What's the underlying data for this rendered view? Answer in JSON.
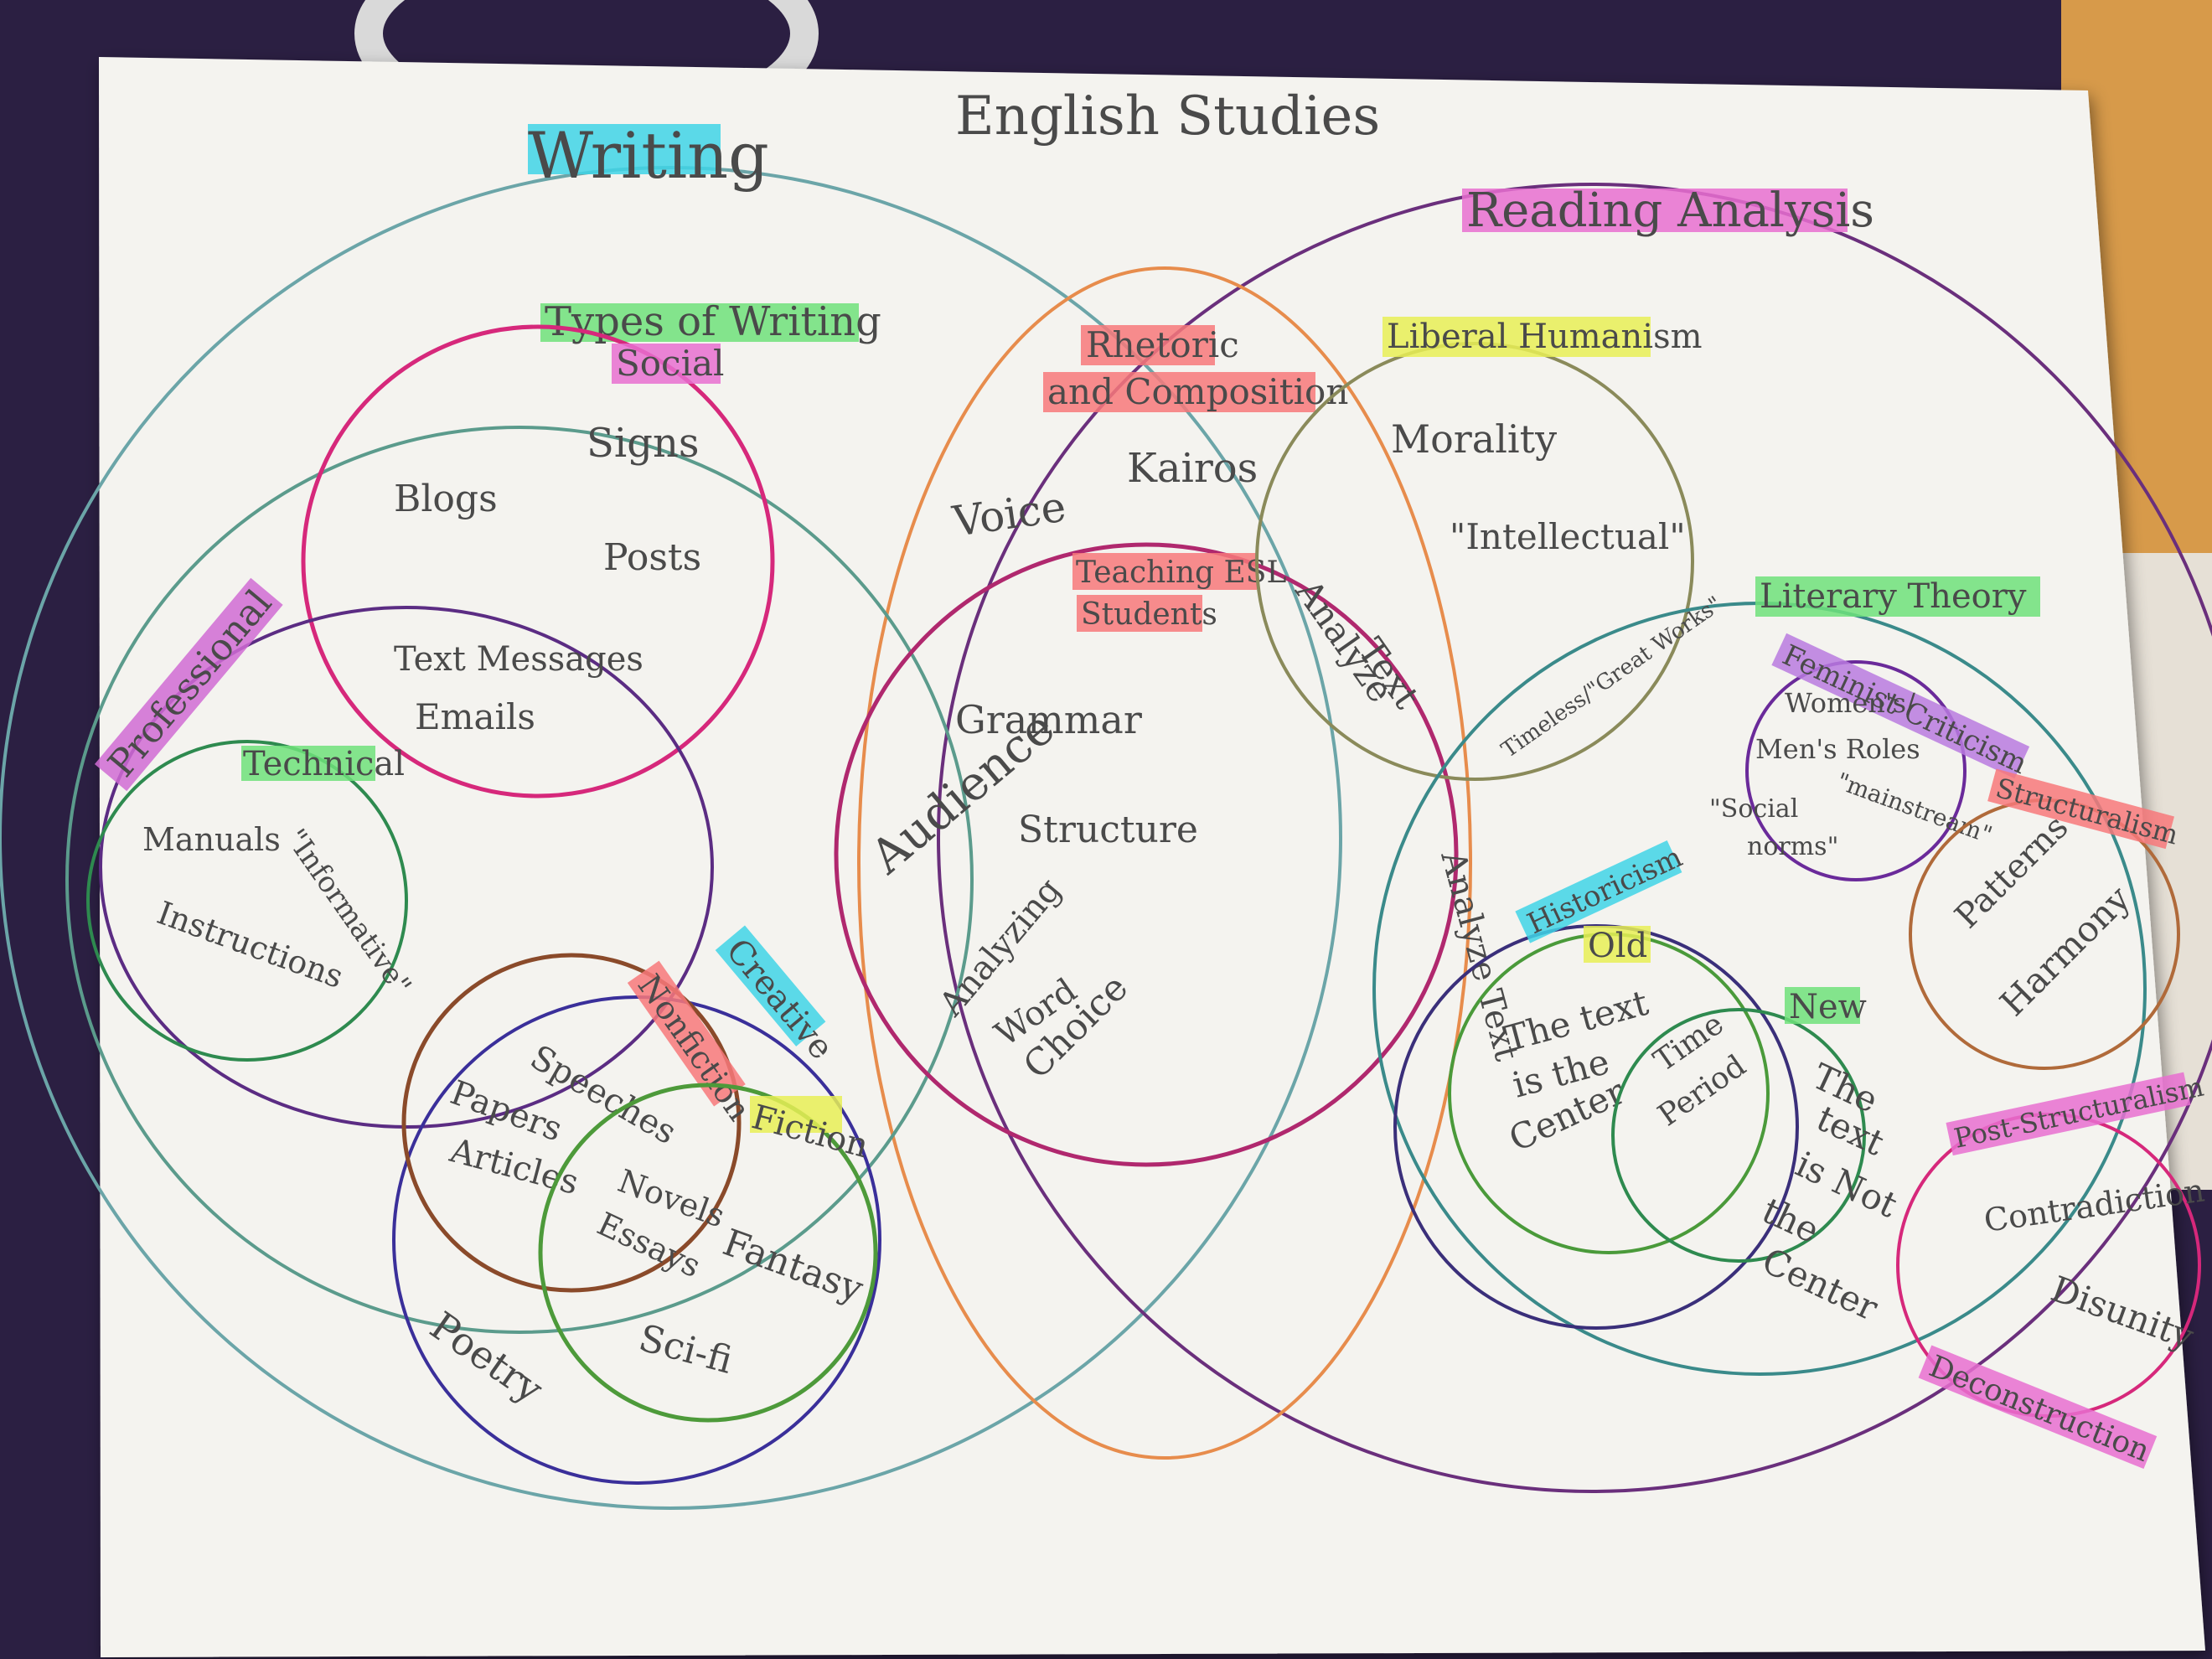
{
  "title": "English Studies",
  "labels": {
    "writing": "Writing",
    "reading_analysis": "Reading Analysis",
    "types_of_writing": "Types of Writing",
    "social": "Social",
    "professional": "Professional",
    "technical": "Technical",
    "creative": "Creative",
    "nonfiction": "Nonfiction",
    "fiction": "Fiction",
    "rhetoric_line1": "Rhetoric",
    "rhetoric_line2": "and Composition",
    "teaching_line1": "Teaching ESL",
    "teaching_line2": "Students",
    "liberal_humanism": "Liberal Humanism",
    "literary_theory": "Literary Theory",
    "feminist_criticism": "Feminist Criticism",
    "historicism": "Historicism",
    "old": "Old",
    "new": "New",
    "structuralism": "Structuralism",
    "post_structuralism": "Post-Structuralism",
    "deconstruction": "Deconstruction"
  },
  "items": {
    "blogs": "Blogs",
    "signs": "Signs",
    "posts": "Posts",
    "text_messages": "Text Messages",
    "emails": "Emails",
    "manuals": "Manuals",
    "informative": "\"Informative\"",
    "instructions": "Instructions",
    "speeches": "Speeches",
    "papers": "Papers",
    "articles": "Articles",
    "novels": "Novels",
    "essays": "Essays",
    "fantasy": "Fantasy",
    "scifi": "Sci-fi",
    "poetry": "Poetry",
    "voice": "Voice",
    "kairos": "Kairos",
    "grammar": "Grammar",
    "audience": "Audience",
    "structure": "Structure",
    "analyzing": "Analyzing",
    "word": "Word",
    "choice": "Choice",
    "analyze_text_1": "Analyze",
    "analyze_text_2": "Text",
    "analyze_text_vertical": "Analyze Text",
    "morality": "Morality",
    "intellectual": "\"Intellectual\"",
    "timeless": "Timeless/\"Great Works\"",
    "womens_line1": "Women's/",
    "womens_line2": "Men's Roles",
    "social_norms": "\"Social",
    "mainstream": "\"mainstream\"",
    "norms": "norms\"",
    "patterns": "Patterns",
    "harmony": "Harmony",
    "text_center_1": "The text",
    "text_center_2": "is the",
    "text_center_3": "Center",
    "time": "Time",
    "period": "Period",
    "not_center_1": "The",
    "not_center_2": "text",
    "not_center_3": "is Not",
    "not_center_4": "the",
    "not_center_5": "Center",
    "contradiction": "Contradiction",
    "disunity": "Disunity"
  },
  "colors": {
    "paper": "#f4f3ef",
    "background": "#2a1d40",
    "highlight_blue": "#3fd3e6",
    "highlight_pink": "#e76fd0",
    "highlight_green": "#6fe07a",
    "highlight_yellow": "#e8ef56",
    "highlight_salmon": "#f7787a",
    "highlight_purple": "#b97adf"
  }
}
